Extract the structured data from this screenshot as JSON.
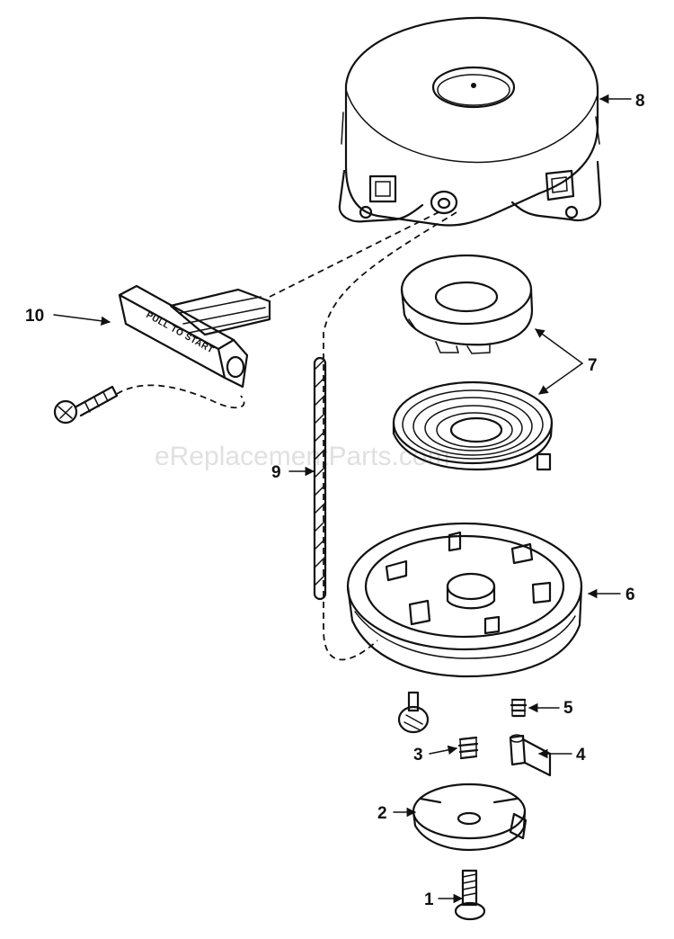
{
  "watermark": "eReplacementParts.com",
  "handle_text": "PULL TO START",
  "callouts": {
    "c1": "1",
    "c2": "2",
    "c3": "3",
    "c4": "4",
    "c5": "5",
    "c6": "6",
    "c7": "7",
    "c8": "8",
    "c9": "9",
    "c10": "10"
  }
}
